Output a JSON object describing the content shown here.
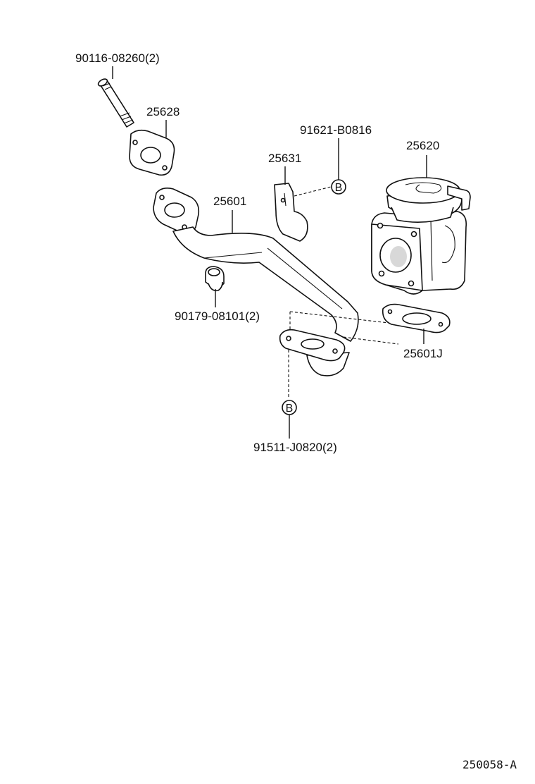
{
  "diagram": {
    "parts": {
      "stud_bolt": "90116-08260(2)",
      "gasket_top": "25628",
      "egr_pipe": "25601",
      "clamp": "25631",
      "clamp_bolt": "91621-B0816",
      "egr_valve": "25620",
      "plug": "90179-08101(2)",
      "gasket_valve": "25601J",
      "flange_bolt": "91511-J0820(2)"
    },
    "callout_letter": "B",
    "drawing_code": "250058-A"
  }
}
